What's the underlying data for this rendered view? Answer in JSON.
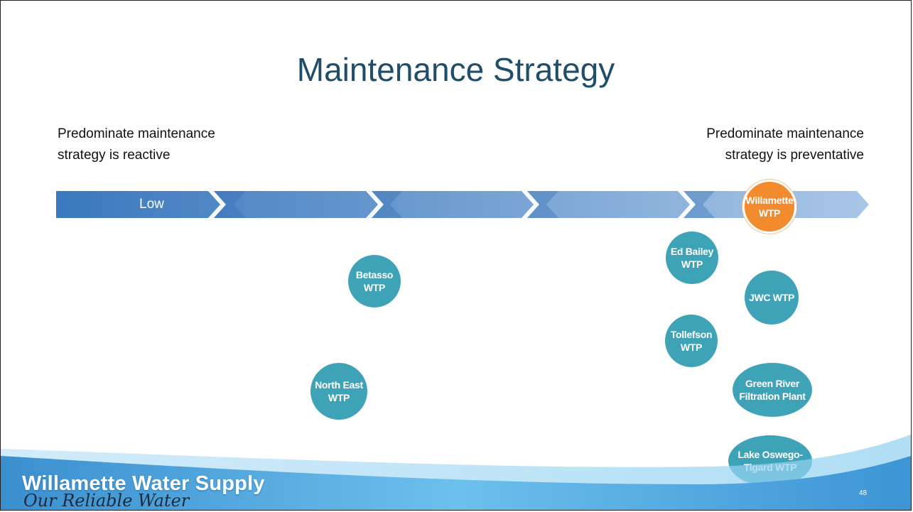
{
  "slide": {
    "title": "Maintenance Strategy",
    "left_label": "Predominate maintenance\nstrategy is reactive",
    "right_label": "Predominate maintenance\nstrategy is preventative",
    "arrow_label": "Low",
    "page_number": "48"
  },
  "bubbles": [
    {
      "label": "Willamette\nWTP",
      "highlight": true
    },
    {
      "label": "Ed Bailey\nWTP"
    },
    {
      "label": "Betasso\nWTP"
    },
    {
      "label": "JWC WTP"
    },
    {
      "label": "Tollefson\nWTP"
    },
    {
      "label": "North East\nWTP"
    },
    {
      "label": "Green River\nFiltration Plant"
    },
    {
      "label": "Lake Oswego-\nTigard WTP"
    }
  ],
  "footer": {
    "brand": "Willamette Water Supply",
    "tagline": "Our Reliable Water"
  },
  "colors": {
    "title": "#1f4e6b",
    "bubble": "#3fa3b8",
    "highlight": "#f28a2e",
    "arrow_dark": "#3a78bd",
    "arrow_light": "#a6c4e4"
  }
}
